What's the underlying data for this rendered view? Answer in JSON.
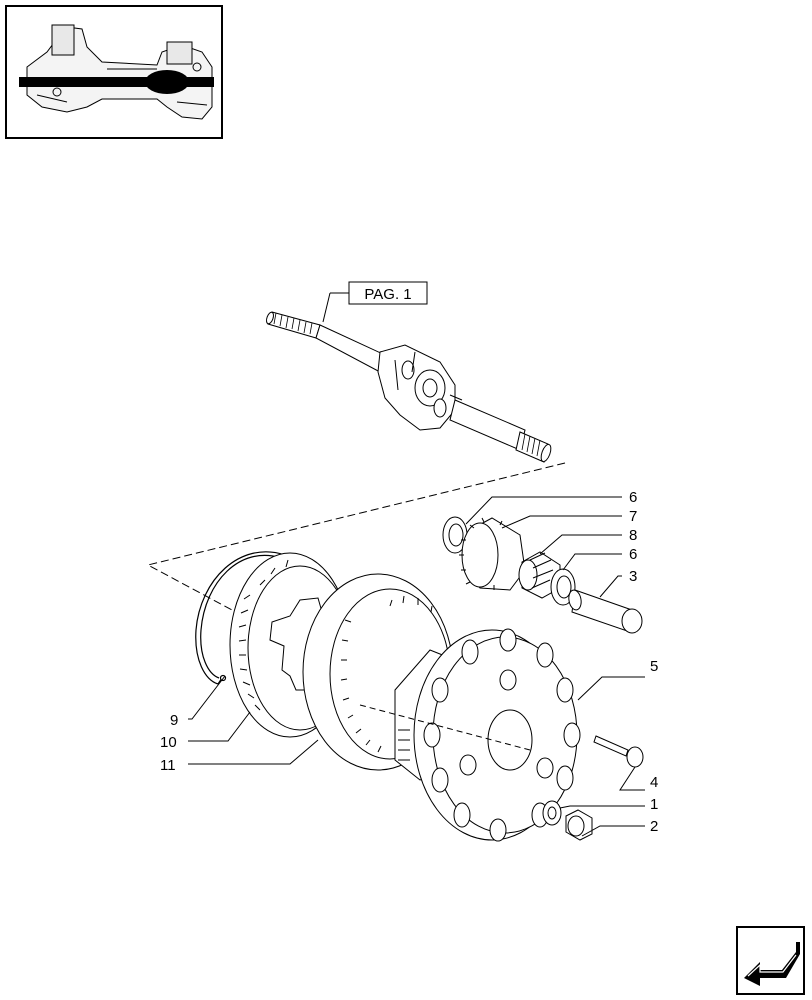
{
  "reference_label": "PAG. 1",
  "callouts": [
    "6",
    "7",
    "8",
    "6",
    "3",
    "5",
    "4",
    "1",
    "2",
    "9",
    "10",
    "11"
  ],
  "icons": {
    "thumbnail": "axle-assembly-thumbnail",
    "navigation": "arrow-back-icon"
  }
}
